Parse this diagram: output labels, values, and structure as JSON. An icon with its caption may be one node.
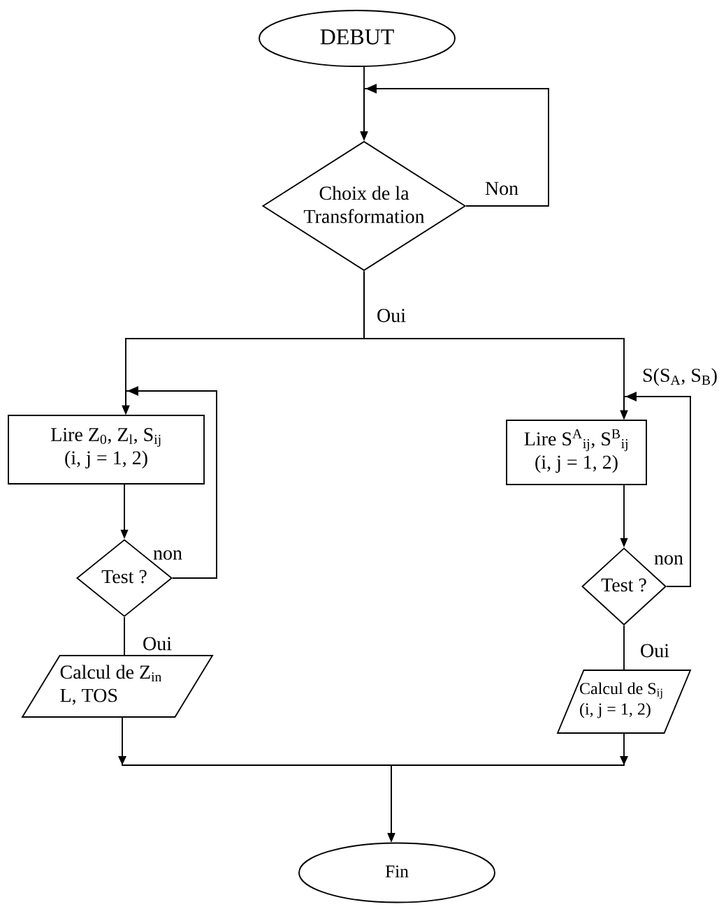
{
  "diagram": {
    "nodes": [
      {
        "text": [
          "DEBUT"
        ]
      },
      {
        "text": [
          "Choix de la Transformation"
        ]
      },
      {
        "text": [
          "Lire Z$_{0}$, Z$_{l}$, S$_{ij}$ (i, j = 1, 2)"
        ]
      },
      {
        "text": [
          "Test ?"
        ]
      },
      {
        "text": [
          "Calcul de Z$_{in}$ L, TOS"
        ]
      },
      {
        "text": [
          "Lire S$^{A}$$_{ij}$, S$^{B}$$_{ij}$ (i, j = 1, 2)"
        ]
      },
      {
        "text": [
          "Test ?"
        ]
      },
      {
        "text": [
          "Calcul de S$_{ij}$ (i, j = 1, 2)"
        ]
      },
      {
        "text": [
          "Fin"
        ]
      }
    ],
    "edges": [
      {
        "from": 0,
        "to": 1,
        "arrow": "to"
      },
      {
        "from": 1,
        "to": 1,
        "arrow": "to",
        "label": "Non"
      },
      {
        "from": 1,
        "to": 2,
        "arrow": "to",
        "label": "Oui"
      },
      {
        "from": 1,
        "to": 5,
        "arrow": "to",
        "label": "S(S$_{A}$, S$_{B}$)"
      },
      {
        "from": 2,
        "to": 3,
        "arrow": "to"
      },
      {
        "from": 3,
        "to": 2,
        "arrow": "to",
        "label": "non"
      },
      {
        "from": 3,
        "to": 4,
        "arrow": "none",
        "label": "Oui"
      },
      {
        "from": 5,
        "to": 6,
        "arrow": "to"
      },
      {
        "from": 6,
        "to": 5,
        "arrow": "to",
        "label": "non"
      },
      {
        "from": 6,
        "to": 7,
        "arrow": "none",
        "label": "Oui"
      },
      {
        "from": 4,
        "to": 8,
        "arrow": "to"
      },
      {
        "from": 7,
        "to": 8,
        "arrow": "to"
      }
    ]
  }
}
